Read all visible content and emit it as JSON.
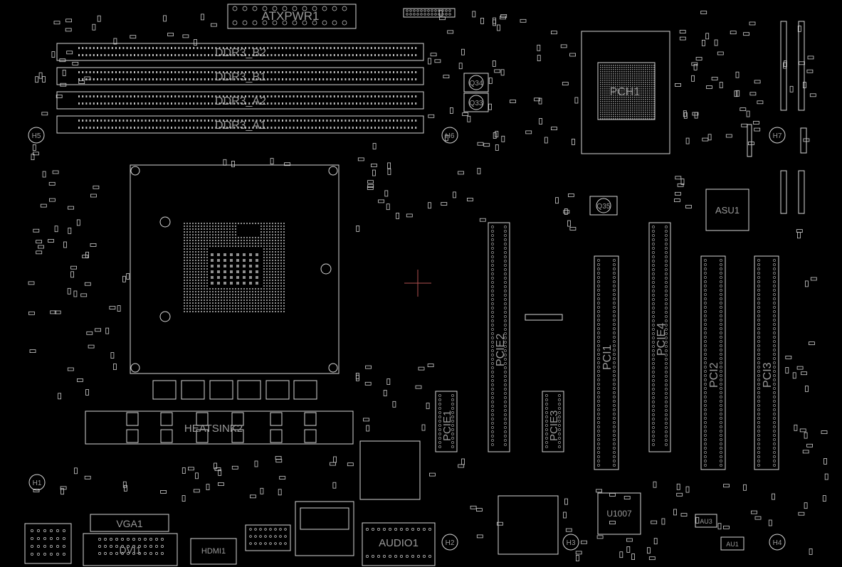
{
  "board": {
    "background": "#000000",
    "outline_color": "#d6d6d6",
    "label_color": "#9a9a9a",
    "cursor_color": "#b05050"
  },
  "labels": {
    "atxpwr": "ATXPWR1",
    "ddr_b2": "DDR3_B2",
    "ddr_b1": "DDR3_B1",
    "ddr_a2": "DDR3_A2",
    "ddr_a1": "DDR3_A1",
    "pch": "PCH1",
    "asu": "ASU1",
    "q35": "Q35",
    "q34": "Q34",
    "q33": "Q33",
    "h5": "H5",
    "h6": "H6",
    "h7": "H7",
    "h1": "H1",
    "h2": "H2",
    "h3": "H3",
    "h4": "H4",
    "heatsink": "HEATSINK2",
    "pcie1": "PCIE1",
    "pcie2": "PCIE2",
    "pcie3": "PCIE3",
    "pcie4": "PCIE4",
    "pci1": "PCI1",
    "pci2": "PCI2",
    "pci3": "PCI3",
    "vga": "VGA1",
    "dvi": "DVI1",
    "hdmi": "HDMI1",
    "audio": "AUDIO1",
    "u1007": "U1007",
    "au3": "AU3",
    "au1": "AU1"
  }
}
